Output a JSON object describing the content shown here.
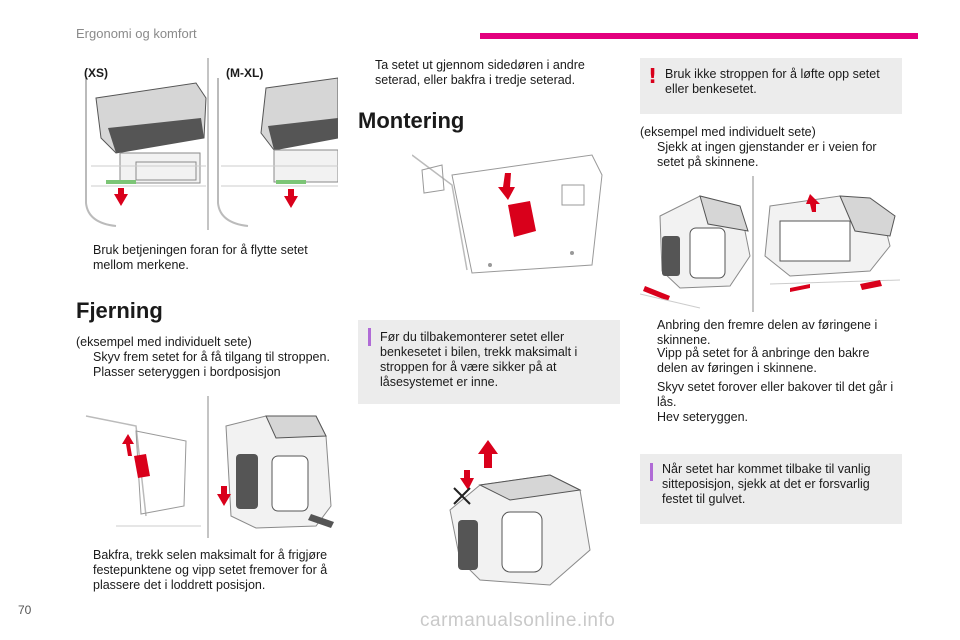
{
  "header": {
    "title": "Ergonomi og komfort"
  },
  "page_number": "70",
  "watermark": "carmanualsonline.info",
  "col1": {
    "labels": {
      "xs": "(XS)",
      "mxl": "(M-XL)"
    },
    "bullet1": "Bruk betjeningen foran for å flytte setet mellom merkene.",
    "heading": "Fjerning",
    "intro": "(eksempel med individuelt sete)",
    "bullet2": "Skyv frem setet for å få tilgang til stroppen.",
    "bullet3": "Plasser seteryggen i bordposisjon",
    "bullet4": "Bakfra, trekk selen maksimalt for å frigjøre festepunktene og vipp setet fremover for å plassere det i loddrett posisjon."
  },
  "col2": {
    "bullet1": "Ta setet ut gjennom sidedøren i andre seterad, eller bakfra i tredje seterad.",
    "heading": "Montering",
    "info": "Før du tilbakemonterer setet eller benkesetet i bilen, trekk maksimalt i stroppen for å være sikker på at låsesystemet er inne."
  },
  "col3": {
    "warning": "Bruk ikke stroppen for å løfte opp setet eller benkesetet.",
    "intro": "(eksempel med individuelt sete)",
    "bullet1": "Sjekk at ingen gjenstander er i veien for setet på skinnene.",
    "bullet2": "Anbring den fremre delen av føringene i skinnene.",
    "bullet3": "Vipp på setet for å anbringe den bakre delen av føringen i skinnene.",
    "bullet4": "Skyv setet forover eller bakover til det går i lås.",
    "bullet5": "Hev seteryggen.",
    "info": "Når setet har kommet tilbake til vanlig sitteposisjon, sjekk at det er forsvarlig festet til gulvet."
  },
  "bullet_symbol": "",
  "colors": {
    "accent": "#e3007e",
    "warning": "#d9001b",
    "info": "#b06bd6",
    "box": "#ececec"
  }
}
